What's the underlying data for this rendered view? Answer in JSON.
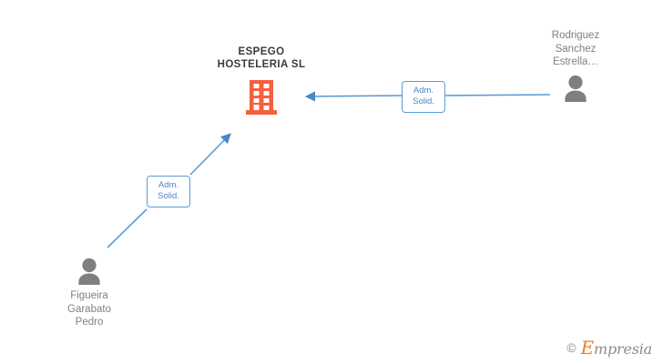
{
  "diagram": {
    "type": "corporate-relationship-graph",
    "background_color": "#ffffff",
    "accent_color": "#f4613c",
    "link_color": "#5b9bd5",
    "label_text_color": "#808080",
    "company": {
      "name": "ESPEGO\nHOSTELERIA SL",
      "icon": "building-icon",
      "icon_color": "#f4613c"
    },
    "persons": [
      {
        "id": "person-right",
        "name": "Rodriguez\nSanchez\nEstrella…",
        "icon": "person-icon",
        "icon_color": "#7f7f7f"
      },
      {
        "id": "person-left",
        "name": "Figueira\nGarabato\nPedro",
        "icon": "person-icon",
        "icon_color": "#7f7f7f"
      }
    ],
    "relations": [
      {
        "id": "relation-right",
        "label": "Adm.\nSolid.",
        "from": "person-right",
        "to": "company",
        "direction": "left"
      },
      {
        "id": "relation-left",
        "label": "Adm.\nSolid.",
        "from": "person-left",
        "to": "company",
        "direction": "up-right"
      }
    ]
  },
  "watermark": {
    "copyright": "©",
    "brand_initial": "E",
    "brand_rest": "mpresia"
  }
}
